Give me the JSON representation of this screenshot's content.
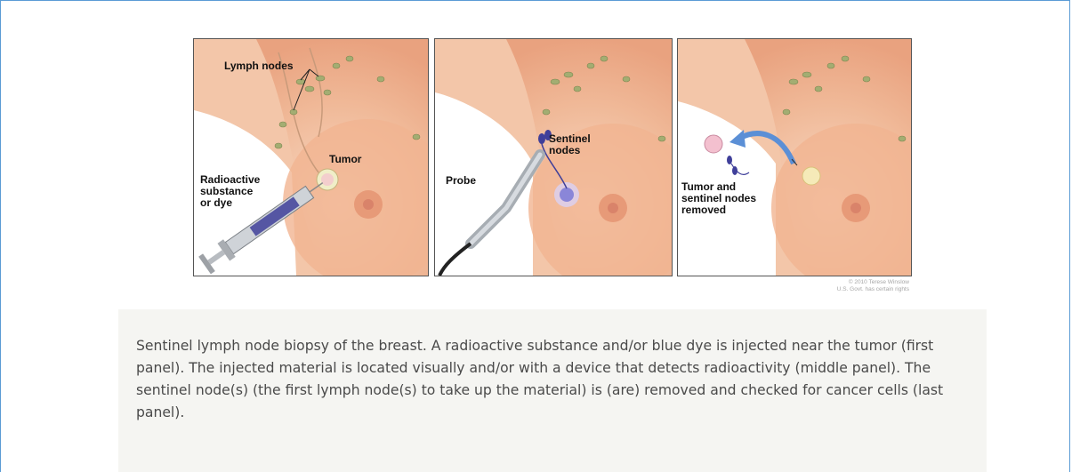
{
  "figure": {
    "panels": [
      {
        "labels": {
          "lymph_nodes": "Lymph nodes",
          "tumor": "Tumor",
          "injection": "Radioactive\nsubstance\nor dye"
        }
      },
      {
        "labels": {
          "sentinel": "Sentinel\nnodes",
          "probe": "Probe"
        }
      },
      {
        "labels": {
          "removed": "Tumor and\nsentinel nodes\nremoved"
        }
      }
    ],
    "credit_line1": "© 2010 Terese Winslow",
    "credit_line2": "U.S. Govt. has certain rights"
  },
  "caption": "Sentinel lymph node biopsy of the breast. A radioactive substance and/or blue dye is injected near the tumor (first panel). The injected material is located visually and/or with a device that detects radioactivity (middle panel). The sentinel node(s) (the first lymph node(s) to take up the material) is (are) removed and checked for cancer cells (last panel).",
  "colors": {
    "frame_border": "#5b9bd5",
    "caption_bg": "#f5f5f2",
    "skin": "#f2c4a8",
    "node": "#a3ad72",
    "dye": "#3f3f9a"
  }
}
